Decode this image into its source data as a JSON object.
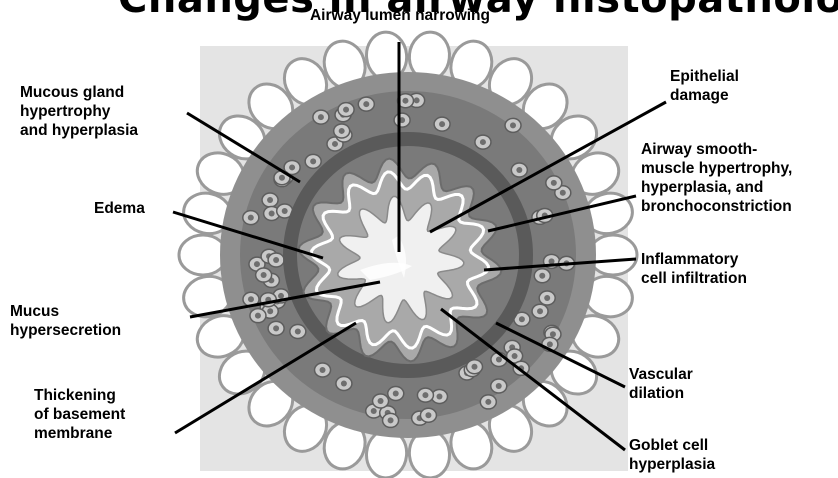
{
  "title": "Changes in airway histopathology",
  "labels": {
    "airway_lumen": "Airway lumen narrowing",
    "mucous_gland": "Mucous gland\nhypertrophy\nand hyperplasia",
    "edema": "Edema",
    "mucus": "Mucus\nhypersecretion",
    "basement": "Thickening\nof basement\nmembrane",
    "epithelial": "Epithelial\ndamage",
    "smooth_muscle": "Airway smooth-\nmuscle hypertrophy,\nhyperplasia, and\nbronchoconstriction",
    "inflammatory": "Inflammatory\ncell infiltration",
    "vascular": "Vascular\ndilation",
    "goblet": "Goblet cell\nhyperplasia"
  },
  "colors": {
    "background": "#ffffff",
    "panel": "#e3e3e3",
    "outer_ring": "#8c8c8c",
    "muscle_band": "#5e5e5e",
    "lumen": "#f2f2f2",
    "leader_line": "#000000"
  }
}
